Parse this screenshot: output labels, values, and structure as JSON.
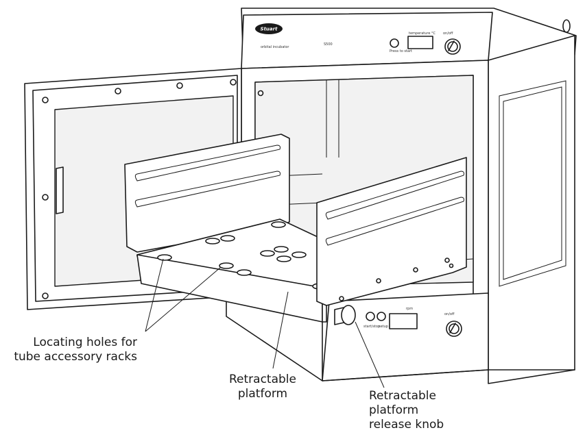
{
  "diagram": {
    "panel_upper": {
      "brand": "Stuart",
      "model_text": "orbital incubator",
      "model_number": "S500",
      "display_label": "temperature °C",
      "button_label": "Press to start",
      "dial_label": "on/off"
    },
    "panel_lower": {
      "display_label": "rpm",
      "button_labels": [
        "start/stop",
        "setup"
      ],
      "dial_label": "on/off"
    }
  },
  "callouts": {
    "locating_holes": [
      "Locating holes for",
      "tube accessory racks"
    ],
    "platform": [
      "Retractable",
      "platform"
    ],
    "release_knob": [
      "Retractable",
      "platform",
      "release knob"
    ]
  }
}
